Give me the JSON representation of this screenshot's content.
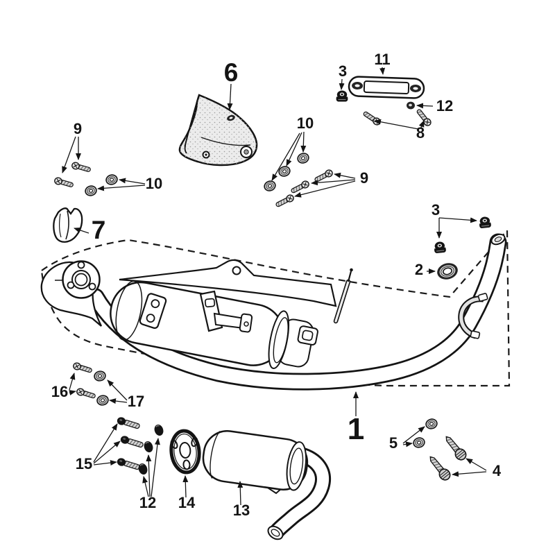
{
  "diagram": {
    "type": "exploded-parts-diagram",
    "subject": "scooter exhaust system",
    "background": "#ffffff",
    "ink": "#141414",
    "shield_fill": "#ececec",
    "callouts": [
      {
        "label": "6",
        "part": "heat-shield"
      },
      {
        "label": "9",
        "part": "screws-left"
      },
      {
        "label": "10",
        "part": "washers-left"
      },
      {
        "label": "7",
        "part": "small-deflector"
      },
      {
        "label": "3",
        "part": "flange-nut-top"
      },
      {
        "label": "11",
        "part": "mounting-plate"
      },
      {
        "label": "12",
        "part": "nut-top"
      },
      {
        "label": "8",
        "part": "screws-pair"
      },
      {
        "label": "10",
        "part": "washers-middle"
      },
      {
        "label": "9",
        "part": "screws-middle"
      },
      {
        "label": "3",
        "part": "flange-nuts-right"
      },
      {
        "label": "2",
        "part": "seal-ring"
      },
      {
        "label": "1",
        "part": "exhaust-assembly"
      },
      {
        "label": "16",
        "part": "screws-lower-left"
      },
      {
        "label": "17",
        "part": "washers-lower-left"
      },
      {
        "label": "15",
        "part": "hex-bolts"
      },
      {
        "label": "12",
        "part": "cap-nuts"
      },
      {
        "label": "14",
        "part": "gasket"
      },
      {
        "label": "13",
        "part": "silencer"
      },
      {
        "label": "5",
        "part": "washers-lower-right"
      },
      {
        "label": "4",
        "part": "bolts-lower-right"
      }
    ]
  }
}
